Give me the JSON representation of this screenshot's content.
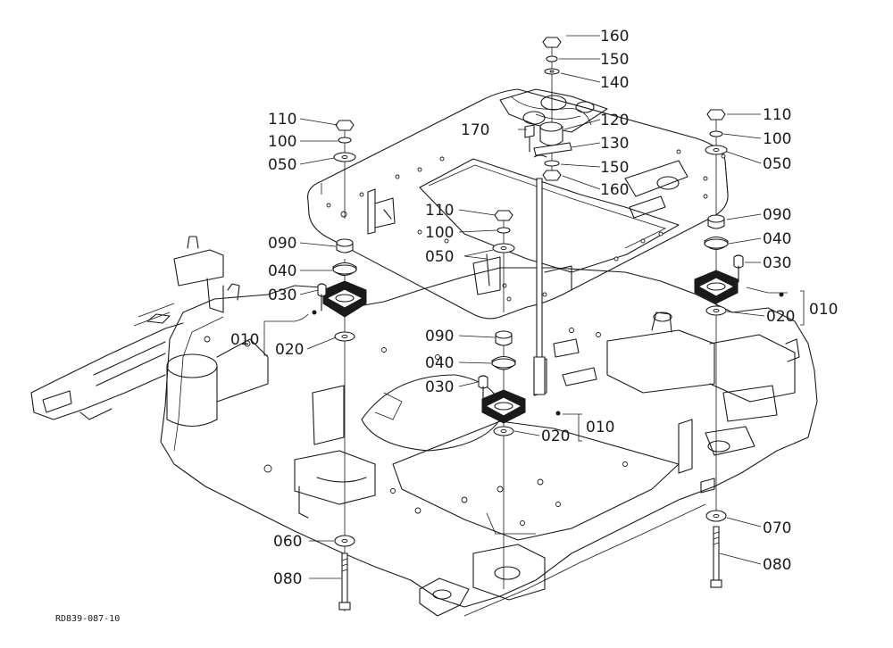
{
  "drawing_code": "RD839-087-10",
  "callouts": {
    "c160a": "160",
    "c150a": "150",
    "c140": "140",
    "c120": "120",
    "c170": "170",
    "c130": "130",
    "c150b": "150",
    "c160b": "160",
    "c110l": "110",
    "c100l": "100",
    "c050l": "050",
    "c110r": "110",
    "c100r": "100",
    "c050r": "050",
    "c110m": "110",
    "c100m": "100",
    "c050m": "050",
    "c090l": "090",
    "c040l": "040",
    "c030l": "030",
    "c010l": "010",
    "c020l": "020",
    "c090r": "090",
    "c040r": "040",
    "c030r": "030",
    "c010r": "010",
    "c020r": "020",
    "c090m": "090",
    "c040m": "040",
    "c030m": "030",
    "c010m": "010",
    "c020m": "020",
    "c060": "060",
    "c080l": "080",
    "c070": "070",
    "c080r": "080"
  }
}
